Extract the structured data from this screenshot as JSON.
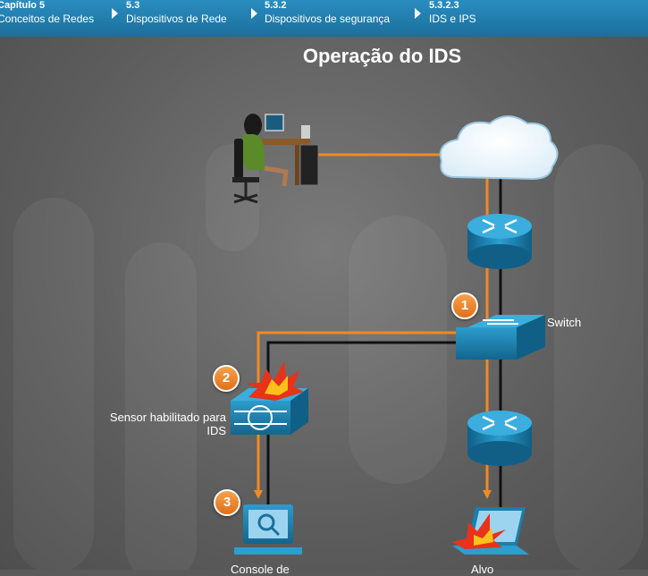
{
  "breadcrumb": [
    {
      "num": "Capítulo 5",
      "label": "Conceitos de Redes"
    },
    {
      "num": "5.3",
      "label": "Dispositivos de Rede"
    },
    {
      "num": "5.3.2",
      "label": "Dispositivos de segurança"
    },
    {
      "num": "5.3.2.3",
      "label": "IDS e IPS"
    }
  ],
  "diagram": {
    "title": "Operação do IDS",
    "switch_label": "Switch",
    "sensor_label_line1": "Sensor habilitado para",
    "sensor_label_line2": "IDS",
    "console_label": "Console de",
    "target_label": "Alvo",
    "steps": [
      "1",
      "2",
      "3"
    ]
  },
  "colors": {
    "accent": "#f08a24",
    "link": "#111111",
    "device": "#1b7fae"
  }
}
